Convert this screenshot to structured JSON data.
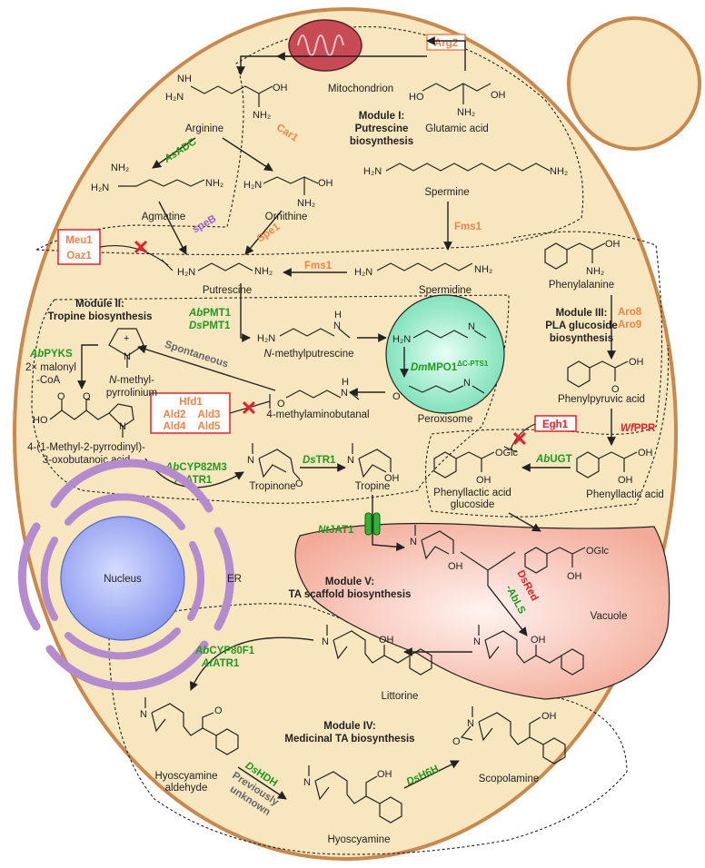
{
  "colors": {
    "cytoplasm": "#f8e6bf",
    "cell_wall": "#c9884c",
    "enzyme_green": "#1f9a1f",
    "enzyme_orange": "#f0844a",
    "knockout_red": "#e6202a",
    "speB_purple": "#9a5de0",
    "peroxisome": "#8fe6c4",
    "vacuole": "#f5b5a3",
    "nucleus": "#9aa8f2",
    "er": "#b58bd0",
    "mitochondrion": "#c74a55",
    "transporter": "#2fb52f"
  },
  "organelles": {
    "mitochondrion": "Mitochondrion",
    "peroxisome": "Peroxisome",
    "nucleus": "Nucleus",
    "er": "ER",
    "vacuole": "Vacuole"
  },
  "modules": {
    "m1": {
      "line1": "Module I:",
      "line2": "Putrescine",
      "line3": "biosynthesis"
    },
    "m2": {
      "line1": "Module II:",
      "line2": "Tropine biosynthesis"
    },
    "m3": {
      "line1": "Module III:",
      "line2": "PLA glucoside",
      "line3": "biosynthesis"
    },
    "m4": {
      "line1": "Module IV:",
      "line2": "Medicinal TA biosynthesis"
    },
    "m5": {
      "line1": "Module V:",
      "line2": "TA scaffold biosynthesis"
    }
  },
  "compounds": {
    "arginine": "Arginine",
    "glutamic_acid": "Glutamic acid",
    "agmatine": "Agmatine",
    "ornithine": "Ornithine",
    "spermine": "Spermine",
    "putrescine": "Putrescine",
    "spermidine": "Spermidine",
    "n_methylputrescine_italic": "N",
    "n_methylputrescine": "-methylputrescine",
    "n_methylpyrrolinium_italic": "N",
    "n_methylpyrrolinium_1": "-methyl-",
    "n_methylpyrrolinium_2": "pyrrolinium",
    "mab": "4-methylaminobutanal",
    "mpoba_1": "4-(1-Methyl-2-pyrrodinyl)-",
    "mpoba_2": "3-oxobutanoic acid",
    "tropinone": "Tropinone",
    "tropine": "Tropine",
    "phenylalanine": "Phenylalanine",
    "phenylpyruvic": "Phenylpyruvic acid",
    "phenyllactic": "Phenyllactic acid",
    "pla_glucoside_1": "Phenyllactic acid",
    "pla_glucoside_2": "glucoside",
    "littorine": "Littorine",
    "hyoscyamine_aldehyde_1": "Hyoscyamine",
    "hyoscyamine_aldehyde_2": "aldehyde",
    "hyoscyamine": "Hyoscyamine",
    "scopolamine": "Scopolamine",
    "malonyl_1": "2× malonyl",
    "malonyl_2": "-CoA"
  },
  "enzymes": {
    "arg2": "Arg2",
    "car1": "Car1",
    "spe1": "Spe1",
    "fms1_a": "Fms1",
    "fms1_b": "Fms1",
    "speB": "speB",
    "asadc": {
      "prefix": "As",
      "name": "ADC"
    },
    "abpmt1": {
      "prefix": "Ab",
      "name": "PMT1"
    },
    "dspmt1": {
      "prefix": "Ds",
      "name": "PMT1"
    },
    "abpyks": {
      "prefix": "Ab",
      "name": "PYKS"
    },
    "dmmpo1": {
      "prefix": "Dm",
      "name": "MPO1",
      "sup": "ΔC-PTS1"
    },
    "abcyp82m3": {
      "prefix": "Ab",
      "name": "CYP82M3"
    },
    "atatr1_a": {
      "prefix": "At",
      "name": "ATR1"
    },
    "dstr1": {
      "prefix": "Ds",
      "name": "TR1"
    },
    "aro8": "Aro8",
    "aro9": "Aro9",
    "wfppr": {
      "prefix": "Wf",
      "name": "PPR"
    },
    "abugt": {
      "prefix": "Ab",
      "name": "UGT"
    },
    "ntjat1": {
      "prefix": "Nt",
      "name": "JAT1"
    },
    "dsred": "DsRed",
    "abls": "-AbLS",
    "abcyp80f1": {
      "prefix": "Ab",
      "name": "CYP80F1"
    },
    "atatr1_b": {
      "prefix": "At",
      "name": "ATR1"
    },
    "dshdh": {
      "prefix": "Ds",
      "name": "HDH"
    },
    "dsh6h": {
      "prefix": "Ds",
      "name": "H6H"
    }
  },
  "knockouts": {
    "meu1": "Meu1",
    "oaz1": "Oaz1",
    "hfd1": "Hfd1",
    "ald2": "Ald2",
    "ald3": "Ald3",
    "ald4": "Ald4",
    "ald5": "Ald5",
    "egh1": "Egh1"
  },
  "annotations": {
    "spontaneous": "Spontaneous",
    "previously_1": "Previously",
    "previously_2": "unknown"
  },
  "atoms": {
    "NH2": "NH₂",
    "H2N": "H₂N",
    "NH": "NH",
    "OH": "OH",
    "HO": "HO",
    "O": "O",
    "N": "N",
    "H": "H",
    "OGlc": "OGlc",
    "Nplus": "+"
  },
  "icons": {
    "knockout": "red-x-icon",
    "transporter": "transporter-icon"
  }
}
